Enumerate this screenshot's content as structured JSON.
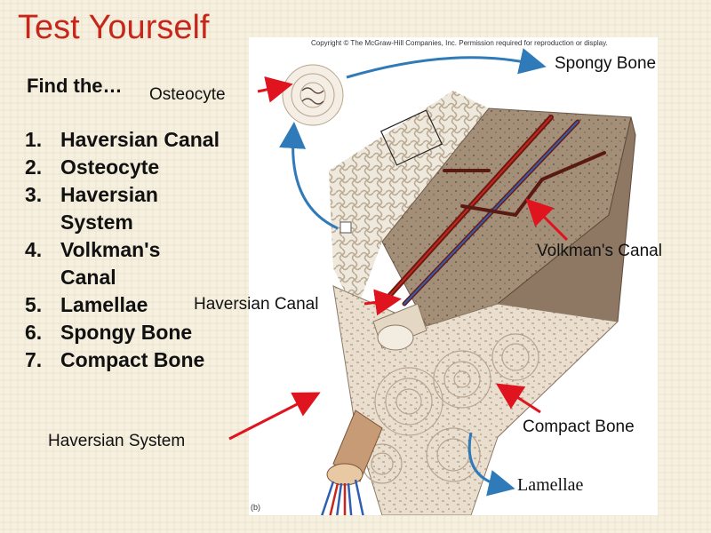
{
  "title": "Test Yourself",
  "prompt": "Find the…",
  "list": [
    {
      "num": "1.",
      "text": "Haversian Canal"
    },
    {
      "num": "2.",
      "text": "Osteocyte"
    },
    {
      "num": "3.",
      "text": "Haversian System"
    },
    {
      "num": "4.",
      "text": "Volkman's Canal"
    },
    {
      "num": "5.",
      "text": "Lamellae"
    },
    {
      "num": "6.",
      "text": "Spongy Bone"
    },
    {
      "num": "7.",
      "text": "Compact Bone"
    }
  ],
  "labels": {
    "osteocyte": "Osteocyte",
    "spongy_bone": "Spongy Bone",
    "volkmans_canal": "Volkman's Canal",
    "haversian_canal": "Haversian Canal",
    "haversian_system": "Haversian System",
    "compact_bone": "Compact  Bone",
    "lamellae": "Lamellae"
  },
  "figure": {
    "copyright": "Copyright © The McGraw-Hill Companies, Inc. Permission required for reproduction or display.",
    "panel_label": "(b)"
  },
  "colors": {
    "title": "#c8261a",
    "arrow": "#e0141e",
    "figure_arrow": "#2f7ab8"
  }
}
